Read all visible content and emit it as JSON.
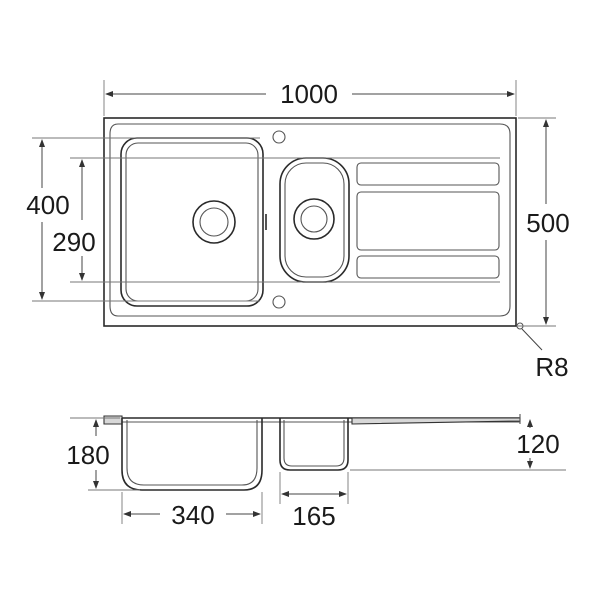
{
  "top_view": {
    "overall_width_label": "1000",
    "overall_depth_label": "500",
    "main_bowl_depth_label": "400",
    "half_bowl_depth_label": "290",
    "corner_radius_label": "R8"
  },
  "section_view": {
    "main_bowl_height_label": "180",
    "half_bowl_height_label": "120",
    "main_bowl_width_label": "340",
    "half_bowl_width_label": "165"
  }
}
